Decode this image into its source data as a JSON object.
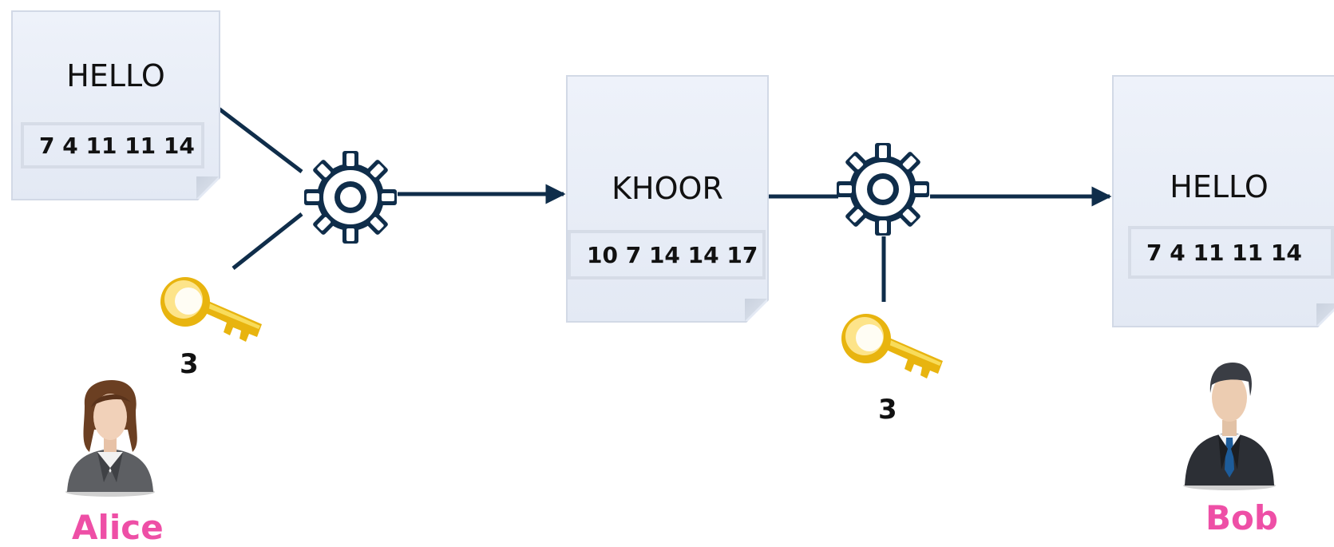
{
  "plaintext_doc": {
    "title": "HELLO",
    "codes": "7 4 11 11 14"
  },
  "ciphertext_doc": {
    "title": "KHOOR",
    "codes": "10 7 14 14 17"
  },
  "decrypted_doc": {
    "title": "HELLO",
    "codes": "7 4 11 11 14"
  },
  "encrypt_key": {
    "label": "3"
  },
  "decrypt_key": {
    "label": "3"
  },
  "sender": {
    "name": "Alice"
  },
  "receiver": {
    "name": "Bob"
  },
  "colors": {
    "connector": "#0f2d4a",
    "gear": "#0f2d4a",
    "key": "#f2c21a",
    "name": "#ee4fa6"
  },
  "icons": [
    "gear-icon",
    "key-icon",
    "person-icon"
  ]
}
